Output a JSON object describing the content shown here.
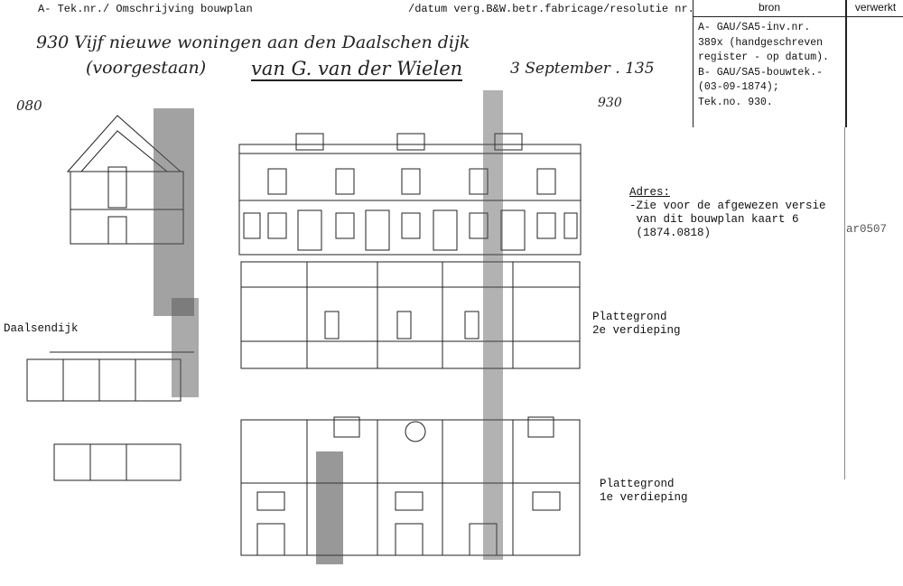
{
  "header": {
    "left_label": "A- Tek.nr./ Omschrijving bouwplan",
    "middle_label": "/datum verg.B&W.betr.fabricage/resolutie nr.",
    "bron_label": "bron",
    "verwerkt_label": "verwerkt"
  },
  "bron": {
    "lines": [
      "A- GAU/SA5-inv.nr.",
      "389x (handgeschreven",
      "register - op datum).",
      "B- GAU/SA5-bouwtek.-",
      "(03-09-1874);",
      "Tek.no. 930."
    ]
  },
  "handwriting": {
    "line1": "930 Vijf nieuwe woningen aan den Daalschen dijk",
    "line2a": "(voorgestaan)",
    "line2b": "van G. van der Wielen",
    "line2c": "3 September . 135",
    "drawing_number": "930",
    "left_number": "080"
  },
  "address": {
    "heading": "Adres:",
    "lines": [
      "-Zie voor de afgewezen versie",
      " van dit bouwplan kaart 6",
      " (1874.0818)"
    ]
  },
  "verwerkt_code": "ar0507",
  "labels": {
    "street": "Daalsendijk",
    "plan2_line1": "Plattegrond",
    "plan2_line2": "2e verdieping",
    "plan1_line1": "Plattegrond",
    "plan1_line2": "1e verdieping"
  }
}
